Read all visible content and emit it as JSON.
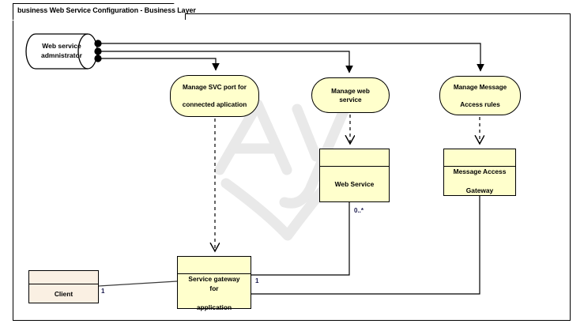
{
  "frame": {
    "title": "business Web Service Configuration - Business Layer"
  },
  "colors": {
    "usecase_fill": "#FFFFCC",
    "class_fill": "#FFFFCC",
    "client_fill": "#FAF0E3",
    "stroke": "#000000",
    "multiplicity_text": "#1A1A4D",
    "watermark": "#E8E8E8",
    "background": "#FFFFFF"
  },
  "actor": {
    "name": "Web service admnistrator",
    "line1": "Web service",
    "line2": "admnistrator",
    "port_count": 3
  },
  "usecases": [
    {
      "id": "manage-svc-port",
      "line1": "Manage SVC port for",
      "line2": "connected aplication"
    },
    {
      "id": "manage-web-service",
      "line1": "Manage web service",
      "line2": ""
    },
    {
      "id": "manage-message-access-rules",
      "line1": "Manage Message",
      "line2": "Access rules"
    }
  ],
  "classes": [
    {
      "id": "web-service",
      "line1": "Web Service",
      "line2": ""
    },
    {
      "id": "message-access-gateway",
      "line1": "Message Access",
      "line2": "Gateway"
    },
    {
      "id": "service-gateway",
      "line1": "Service gateway for",
      "line2": "application"
    },
    {
      "id": "client",
      "line1": "Client",
      "line2": ""
    }
  ],
  "multiplicities": {
    "web_service": "0..*",
    "service_gateway": "1",
    "client": "1"
  },
  "watermark": {
    "text": "Ay"
  }
}
